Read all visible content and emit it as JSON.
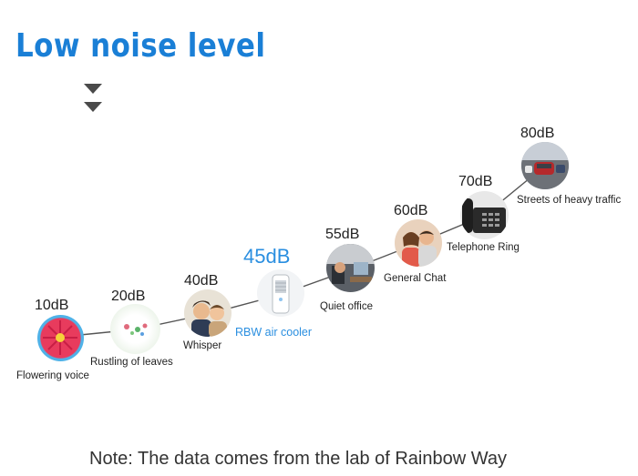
{
  "title": "Low noise level",
  "icons": [
    "chevron-down-icon",
    "chevron-down-icon"
  ],
  "highlight_color": "#2b8fe0",
  "points": [
    {
      "db": "10dB",
      "label": "Flowering voice",
      "icon": "flower-icon"
    },
    {
      "db": "20dB",
      "label": "Rustling of leaves",
      "icon": "leaves-icon"
    },
    {
      "db": "40dB",
      "label": "Whisper",
      "icon": "whisper-people-icon"
    },
    {
      "db": "45dB",
      "label": "RBW air cooler",
      "icon": "air-cooler-icon",
      "highlight": true
    },
    {
      "db": "55dB",
      "label": "Quiet office",
      "icon": "office-icon"
    },
    {
      "db": "60dB",
      "label": "General Chat",
      "icon": "chat-people-icon"
    },
    {
      "db": "70dB",
      "label": "Telephone Ring",
      "icon": "telephone-icon"
    },
    {
      "db": "80dB",
      "label": "Streets of heavy traffic",
      "icon": "traffic-street-icon"
    }
  ],
  "note": "Note: The data comes from the lab of Rainbow Way"
}
